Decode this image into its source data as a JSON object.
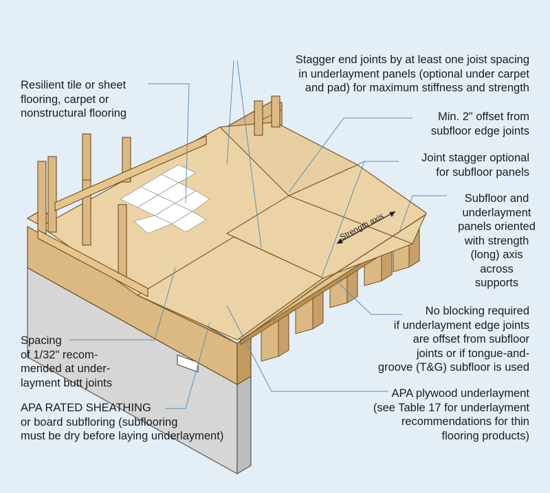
{
  "callouts": {
    "resilient": [
      "Resilient tile or sheet",
      "flooring, carpet or",
      "nonstructural flooring"
    ],
    "stagger_end": [
      "Stagger end joints by at least one joist spacing",
      "in underlayment panels (optional under carpet",
      "and pad) for maximum stiffness and strength"
    ],
    "min_offset": [
      "Min. 2\" offset from",
      "subfloor edge joints"
    ],
    "joint_stagger": [
      "Joint stagger optional",
      "for subfloor panels"
    ],
    "orientation": [
      "Subfloor and",
      "underlayment",
      "panels oriented",
      "with strength",
      "(long) axis",
      "across",
      "supports"
    ],
    "no_blocking": [
      "No blocking required",
      "if underlayment edge joints",
      "are offset from subfloor",
      "joints or if tongue-and-",
      "groove (T&G) subfloor is used"
    ],
    "spacing": [
      "Spacing",
      "of 1/32\" recom-",
      "mended at under-",
      "layment butt joints"
    ],
    "apa_sheathing": [
      "APA RATED SHEATHING",
      "or board subfloring (subflooring",
      "must be dry before laying underlayment)"
    ],
    "apa_plywood": [
      "APA plywood underlayment",
      "(see Table 17 for underlayment",
      "recommendations for thin",
      "flooring products)"
    ]
  },
  "strength_axis_label": "Strength axis",
  "colors": {
    "background": "#e4eef7",
    "wood": "#dcb883",
    "wood_dark": "#b98e52",
    "panel": "#e8cfa2",
    "panel_edge": "#7a5a2c",
    "foundation": "#d4d4d4",
    "leader": "#5b8fb8",
    "tile": "#ffffff"
  }
}
